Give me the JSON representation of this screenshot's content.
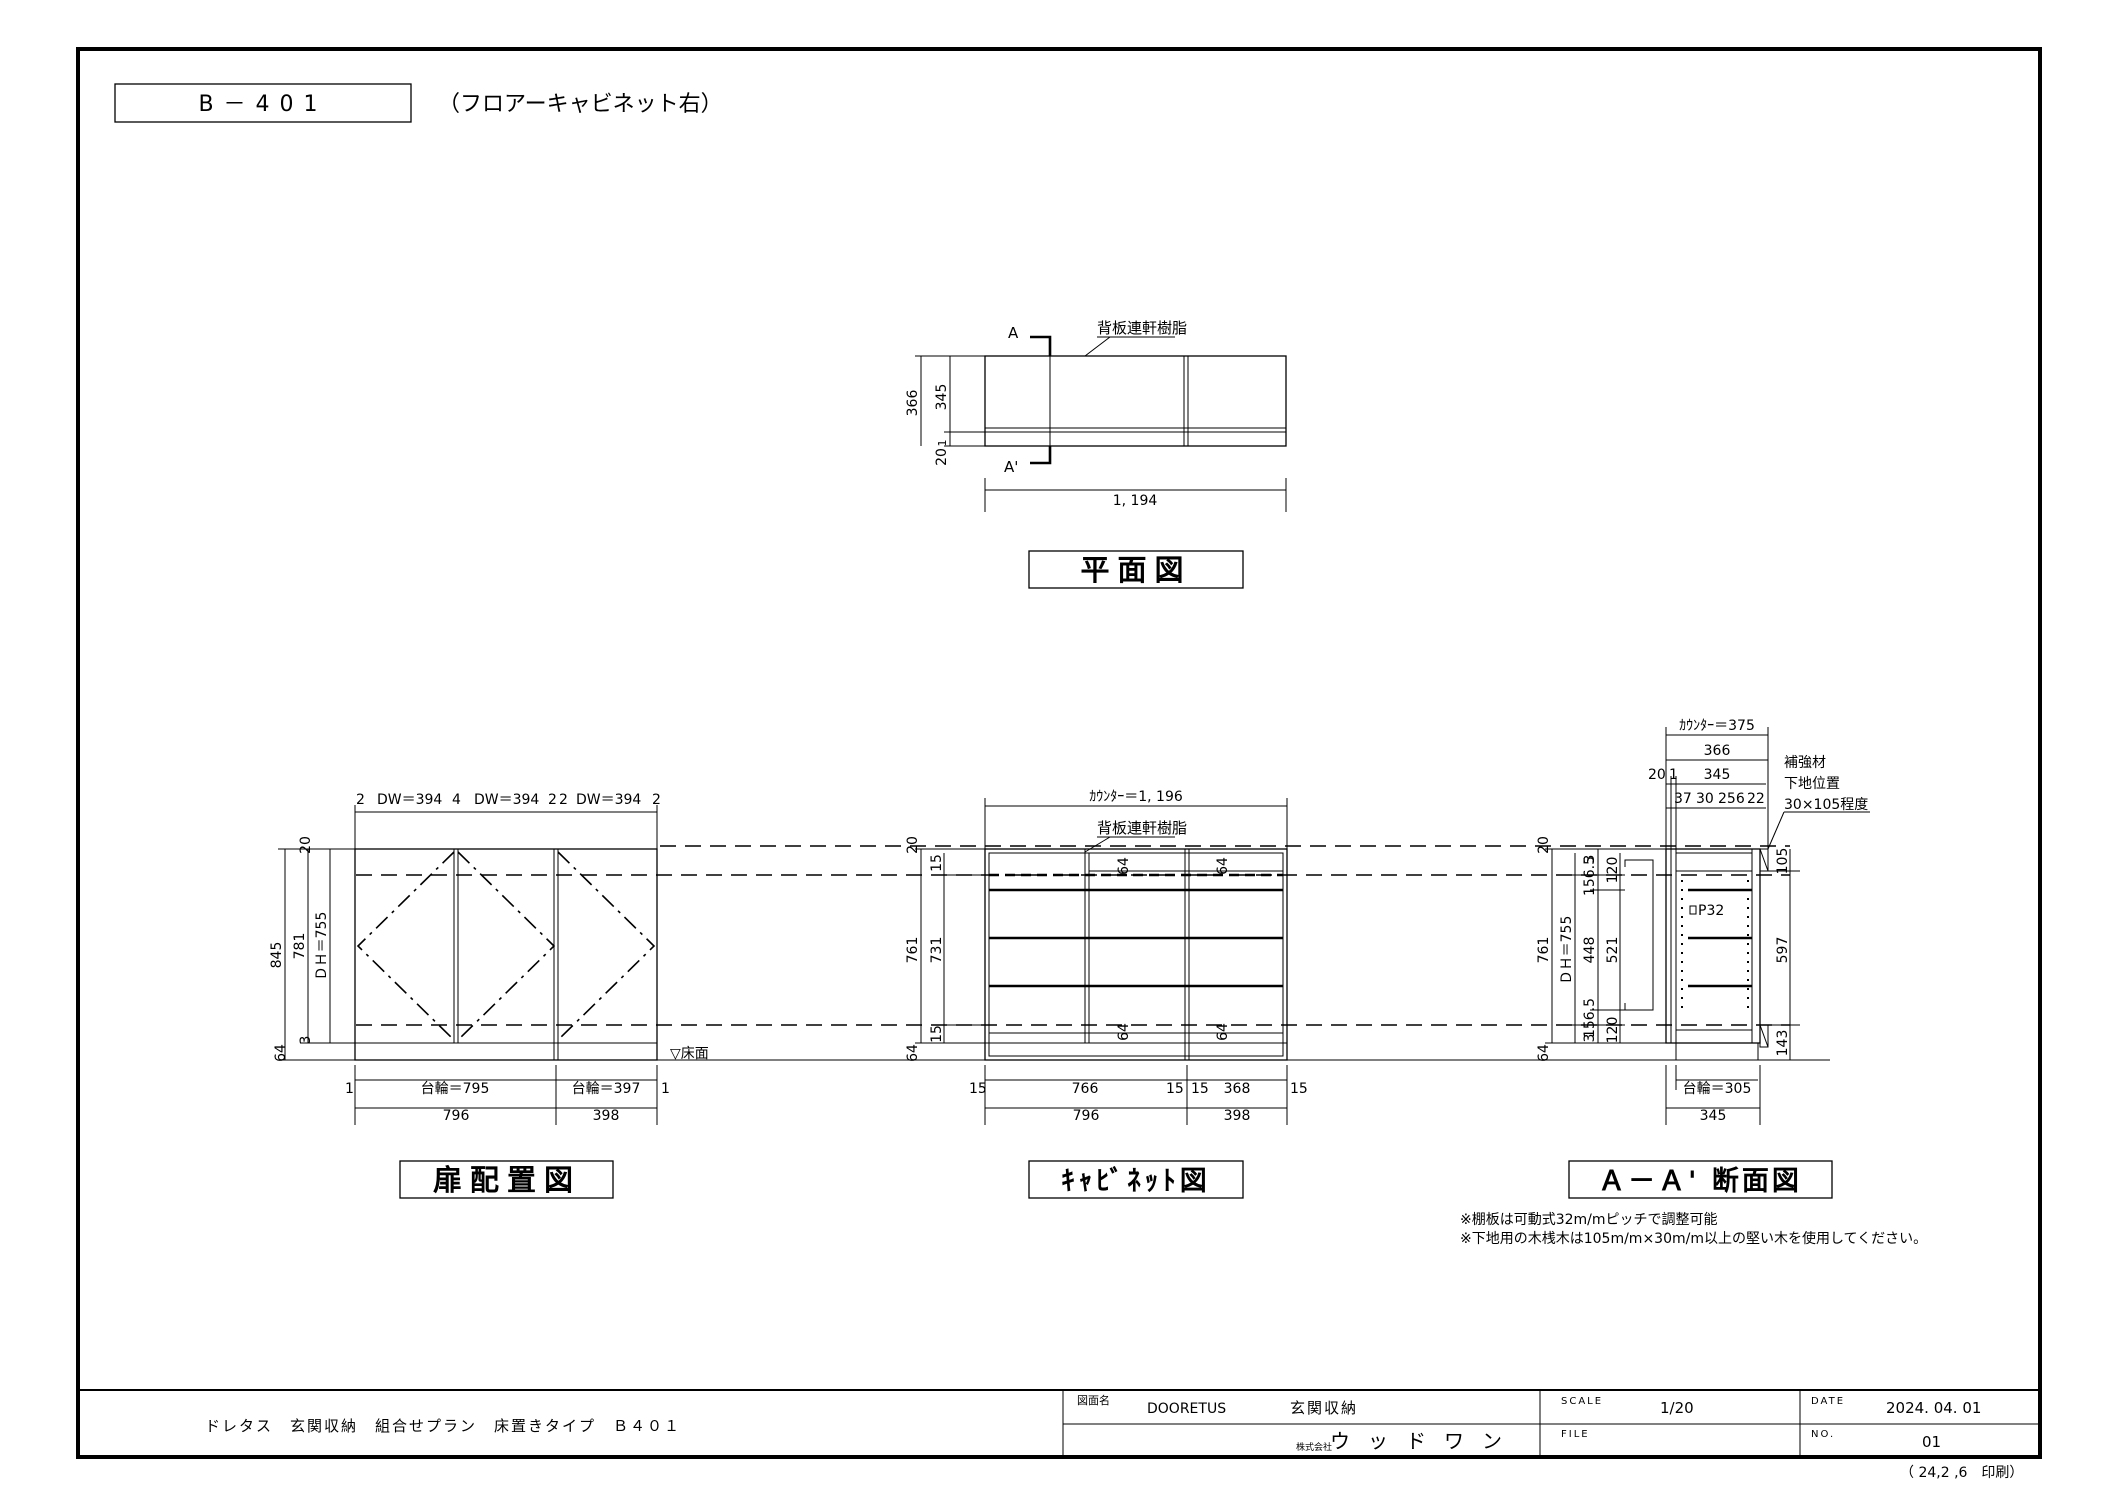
{
  "header": {
    "code": "B－401",
    "subtitle": "（フロアーキャビネット右）"
  },
  "plan": {
    "title": "平面図",
    "note_back": "背板連軒樹脂",
    "sec_a": "A",
    "sec_a2": "A'",
    "dim_366": "366",
    "dim_345": "345",
    "dim_20": "20",
    "dim_1": "1",
    "width": "1, 194"
  },
  "door": {
    "title": "扉配置図",
    "top_dims": [
      "2",
      "DW＝394",
      "4",
      "DW＝394",
      "2",
      "2",
      "DW＝394",
      "2"
    ],
    "v_845": "845",
    "v_781": "781",
    "v_dh": "ＤＨ＝755",
    "v_20": "20",
    "v_3": "3",
    "v_64": "64",
    "floor": "▽床面",
    "base_left": "台輪＝795",
    "base_right": "台輪＝397",
    "b1": "1",
    "b2": "1",
    "w_left": "796",
    "w_right": "398"
  },
  "cabinet": {
    "title": "ｷｬﾋﾞﾈｯﾄ図",
    "counter": "ｶｳﾝﾀｰ＝1, 196",
    "note_back": "背板連軒樹脂",
    "v_20": "20",
    "v_761": "761",
    "v_731": "731",
    "v_15a": "15",
    "v_15b": "15",
    "v_64": "64",
    "inner_64": "64",
    "bottom_dims": [
      "15",
      "766",
      "15",
      "15",
      "368",
      "15"
    ],
    "w_left": "796",
    "w_right": "398"
  },
  "section": {
    "title": "Ａ－Ａ' 断面図",
    "counter": "ｶｳﾝﾀｰ＝375",
    "d366": "366",
    "d20": "20",
    "d1": "1",
    "d345": "345",
    "d_parts": [
      "37",
      "30",
      "256",
      "22"
    ],
    "reinf": [
      "補強材",
      "下地位置",
      "30×105程度"
    ],
    "v_20": "20",
    "v_761": "761",
    "v_dh": "ＤＨ＝755",
    "v_3a": "3",
    "v_1565a": "156.5",
    "v_448": "448",
    "v_1565b": "156.5",
    "v_3b": "3",
    "v_64": "64",
    "v_120a": "120",
    "v_521": "521",
    "v_120b": "120",
    "p32": "P32",
    "r_105": "105",
    "r_597": "597",
    "r_143": "143",
    "base": "台輪＝305",
    "depth": "345"
  },
  "notes": [
    "※棚板は可動式32m/mピッチで調整可能",
    "※下地用の木桟木は105m/m×30m/m以上の堅い木を使用してください。"
  ],
  "title_block": {
    "plan_name": "ドレタス　玄関収納　組合せプラン　床置きタイプ　Ｂ４０１",
    "drawing_label": "図面名",
    "product": "DOORETUS",
    "product_jp": "玄関収納",
    "company_prefix": "株式会社",
    "company": "ウッドワン",
    "scale_label": "SCALE",
    "scale": "1/20",
    "date_label": "DATE",
    "date": "2024. 04. 01",
    "file_label": "FILE",
    "no_label": "NO.",
    "no": "01"
  },
  "print_stamp": "（ 24,2 ,6　印刷）"
}
